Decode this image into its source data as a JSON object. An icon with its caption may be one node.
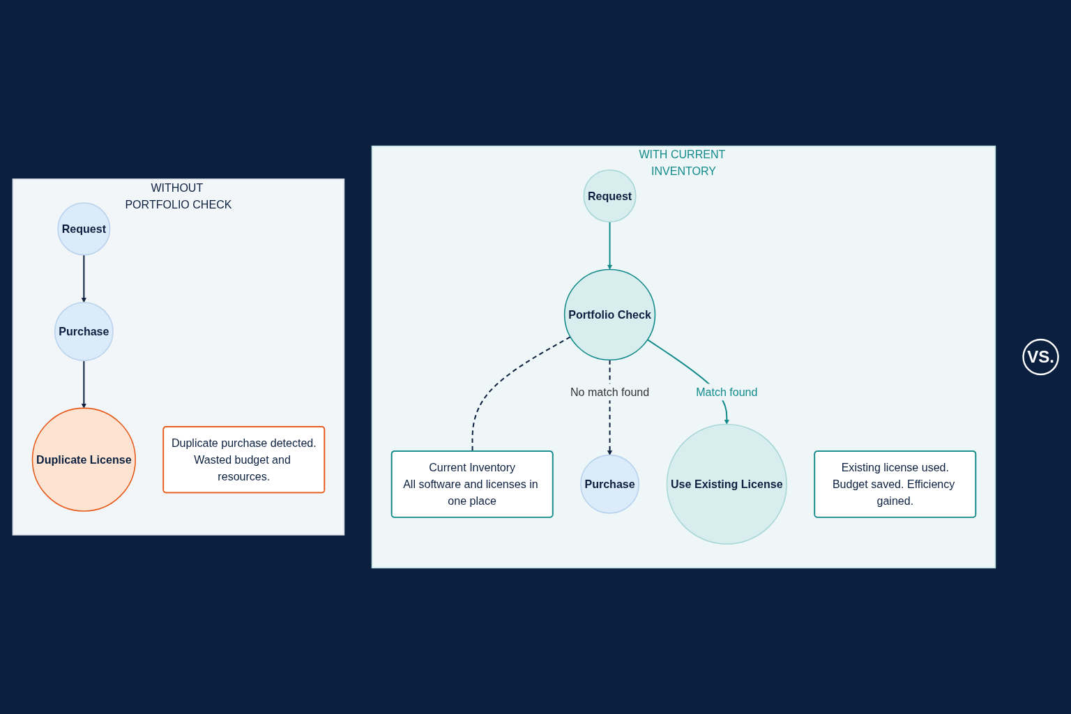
{
  "diagram": {
    "nodes": [
      {
        "text": [
          "WITHOUT PORTFOLIO CHECK"
        ]
      },
      {
        "text": [
          "Request"
        ],
        "in": 0
      },
      {
        "text": [
          "Purchase"
        ],
        "in": 0
      },
      {
        "text": [
          "Duplicate License"
        ],
        "in": 0
      },
      {
        "text": [
          "Duplicate purchase detected.",
          "Wasted budget and resources."
        ],
        "in": 0
      },
      {
        "text": [
          "VS."
        ]
      },
      {
        "text": [
          "WITH CURRENT INVENTORY"
        ]
      },
      {
        "text": [
          "Request"
        ],
        "in": 6
      },
      {
        "text": [
          "Portfolio Check"
        ],
        "in": 6
      },
      {
        "text": [
          "Current Inventory",
          "All software and licenses in one place"
        ],
        "in": 6
      },
      {
        "text": [
          "Purchase"
        ],
        "in": 6
      },
      {
        "text": [
          "Use Existing License"
        ],
        "in": 6
      },
      {
        "text": [
          "Existing license used.",
          "Budget saved. Efficiency gained."
        ],
        "in": 6
      }
    ],
    "edges": [
      {
        "from": 1,
        "to": 2,
        "arrow": "to"
      },
      {
        "from": 2,
        "to": 3,
        "arrow": "to"
      },
      {
        "from": 7,
        "to": 8,
        "arrow": "to",
        "color": "#138a8a"
      },
      {
        "from": 8,
        "to": 9,
        "arrow": "none",
        "style": "dashed"
      },
      {
        "from": 8,
        "to": 10,
        "arrow": "to",
        "style": "dashed",
        "label": "No match found"
      },
      {
        "from": 8,
        "to": 11,
        "arrow": "to",
        "label": "Match found",
        "color": "#138a8a"
      }
    ]
  }
}
